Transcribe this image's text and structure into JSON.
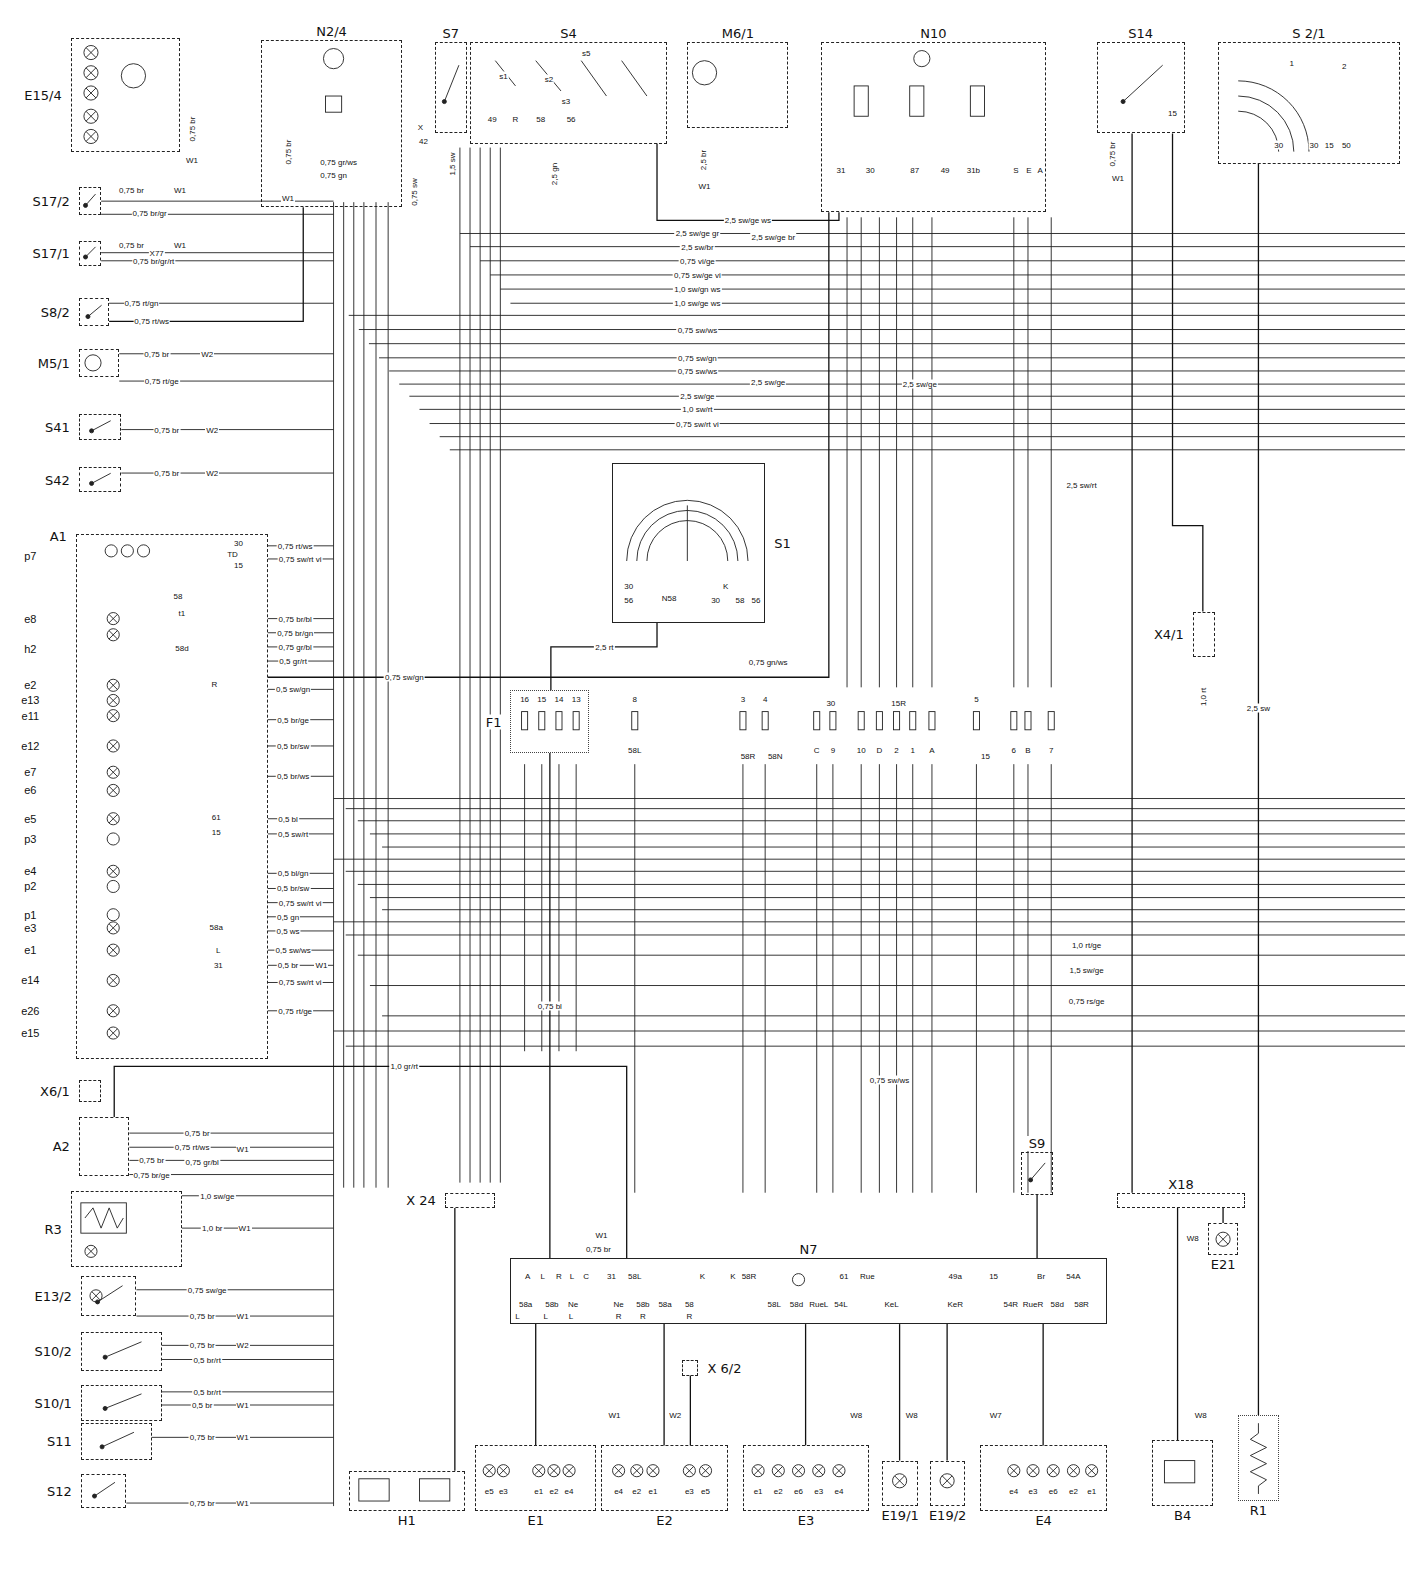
{
  "diagram": {
    "nodes": [
      {
        "text": [
          "E15/4"
        ]
      },
      {
        "text": [
          "N2/4"
        ]
      },
      {
        "text": [
          "S7"
        ]
      },
      {
        "text": [
          "S4"
        ]
      },
      {
        "text": [
          "M6/1"
        ]
      },
      {
        "text": [
          "N10"
        ]
      },
      {
        "text": [
          "S14"
        ]
      },
      {
        "text": [
          "S 2/1"
        ]
      },
      {
        "text": [
          "S17/2"
        ]
      },
      {
        "text": [
          "S17/1"
        ]
      },
      {
        "text": [
          "S8/2"
        ]
      },
      {
        "text": [
          "M5/1"
        ]
      },
      {
        "text": [
          "S41"
        ]
      },
      {
        "text": [
          "S42"
        ]
      },
      {
        "text": [
          "A1"
        ]
      },
      {
        "text": [
          "X6/1"
        ]
      },
      {
        "text": [
          "A2"
        ]
      },
      {
        "text": [
          "R3"
        ]
      },
      {
        "text": [
          "E13/2"
        ]
      },
      {
        "text": [
          "S10/2"
        ]
      },
      {
        "text": [
          "S10/1"
        ]
      },
      {
        "text": [
          "S11"
        ]
      },
      {
        "text": [
          "S12"
        ]
      },
      {
        "text": [
          "S1"
        ]
      },
      {
        "text": [
          "F1"
        ]
      },
      {
        "text": [
          "X4/1"
        ]
      },
      {
        "text": [
          "S9"
        ]
      },
      {
        "text": [
          "X18"
        ]
      },
      {
        "text": [
          "X 24"
        ]
      },
      {
        "text": [
          "N7"
        ]
      },
      {
        "text": [
          "X 6/2"
        ]
      },
      {
        "text": [
          "H1"
        ]
      },
      {
        "text": [
          "E1"
        ]
      },
      {
        "text": [
          "E2"
        ]
      },
      {
        "text": [
          "E3"
        ]
      },
      {
        "text": [
          "E19/1"
        ]
      },
      {
        "text": [
          "E19/2"
        ]
      },
      {
        "text": [
          "E4"
        ]
      },
      {
        "text": [
          "E21"
        ]
      },
      {
        "text": [
          "B4"
        ]
      },
      {
        "text": [
          "R1"
        ]
      }
    ],
    "edges": [
      {
        "from": 3,
        "to": 5,
        "arrow": "none",
        "label": "2,5 sw/ge ws"
      },
      {
        "from": 23,
        "to": 24,
        "arrow": "none",
        "label": "2,5 rt"
      },
      {
        "from": 24,
        "to": 29,
        "arrow": "none",
        "label": "0,75 bl"
      },
      {
        "from": 16,
        "to": 29,
        "arrow": "none",
        "label": "1,0 gr/rt"
      },
      {
        "from": 26,
        "to": 29,
        "arrow": "none"
      },
      {
        "from": 27,
        "to": 39,
        "arrow": "none"
      },
      {
        "from": 27,
        "to": 38,
        "arrow": "none"
      },
      {
        "from": 29,
        "to": 32,
        "arrow": "none"
      },
      {
        "from": 29,
        "to": 33,
        "arrow": "none"
      },
      {
        "from": 29,
        "to": 34,
        "arrow": "none"
      },
      {
        "from": 29,
        "to": 35,
        "arrow": "none"
      },
      {
        "from": 29,
        "to": 36,
        "arrow": "none"
      },
      {
        "from": 29,
        "to": 37,
        "arrow": "none"
      },
      {
        "from": 28,
        "to": 31,
        "arrow": "none"
      },
      {
        "from": 30,
        "to": 33,
        "arrow": "none"
      },
      {
        "from": 14,
        "to": 5,
        "arrow": "none",
        "label": "0,75 sw/gn"
      },
      {
        "from": 25,
        "to": 6,
        "arrow": "none"
      },
      {
        "from": 7,
        "to": 40,
        "arrow": "none",
        "label": "2,5 sw"
      },
      {
        "from": 6,
        "to": 27,
        "arrow": "none"
      },
      {
        "from": 10,
        "to": 1,
        "arrow": "none",
        "label": "0,75 rt/ws"
      }
    ],
    "labels": [
      "X77",
      "0,75 br",
      "W1",
      "0,75 br/gr",
      "0,75 br",
      "W1",
      "0,75 br/gr/rt",
      "0,75 rt/gn",
      "0,75 br",
      "W2",
      "0,75 rt/ge",
      "0,75 br",
      "W2",
      "0,75 br",
      "W2",
      "0,75 rt/ws",
      "0,75 sw/rt vi",
      "0,75 br/bl",
      "0,75 br/gn",
      "0,75 gr/bl",
      "0,5 gr/rt",
      "0,5 sw/gn",
      "0,5 br/ge",
      "0,5 br/sw",
      "0,5 br/ws",
      "0,5 bl",
      "0,5 sw/rt",
      "0,5 bl/gn",
      "0,5 br/sw",
      "0,75 sw/rt vi",
      "0,5 gn",
      "0,5 ws",
      "0,5 sw/ws",
      "0,5 br",
      "W1",
      "0,75 sw/rt vi",
      "0,75 rt/ge",
      "30",
      "TD",
      "15",
      "58",
      "t1",
      "58d",
      "R",
      "61",
      "15",
      "58a",
      "L",
      "31",
      "p7",
      "e8",
      "h2",
      "e2",
      "e13",
      "e11",
      "e12",
      "e7",
      "e6",
      "e5",
      "p3",
      "e4",
      "p2",
      "p1",
      "e3",
      "e1",
      "e14",
      "e26",
      "e15",
      "0,75 br",
      "0,75 rt/ws",
      "W1",
      "0,75 br",
      "0,75 gr/bl",
      "0,75 br/ge",
      "1,0 sw/ge",
      "1,0 br",
      "W1",
      "0,75 sw/ge",
      "0,75 br",
      "W1",
      "0,75 br",
      "W2",
      "0,5 br/rt",
      "0,5 br/rt",
      "0,5 br",
      "W1",
      "0,75 br",
      "W1",
      "0,75 br",
      "W1",
      "0,75 br",
      "W1",
      "0,75 br",
      "0,75 gr/ws",
      "0,75 gn",
      "W1",
      "X",
      "42",
      "0,75 sw",
      "s1",
      "s2",
      "s3",
      "s5",
      "58",
      "56",
      "49",
      "R",
      "1,5 sw",
      "2,5 gn",
      "2,5 sw/ge gr",
      "2,5 sw/br",
      "0,75 vi/ge",
      "0,75 sw/ge vi",
      "1,0 sw/gn ws",
      "1,0 sw/ge ws",
      "0,75 sw/ws",
      "0,75 sw/gn",
      "0,75 sw/ws",
      "2,5 sw/ge",
      "1,0 sw/rt",
      "0,75 sw/rt vi",
      "2,5 sw/ge br",
      "2,5 sw/ge",
      "2,5 sw/ge",
      "2,5 sw/rt",
      "0,75 gn/ws",
      "1,0 rt/ge",
      "1,5 sw/ge",
      "0,75 rs/ge",
      "0,75 sw/ws",
      "30",
      "56",
      "N58",
      "K",
      "30",
      "58",
      "56",
      "16",
      "15",
      "14",
      "13",
      "8",
      "58L",
      "3",
      "4",
      "58R",
      "58N",
      "30",
      "C",
      "9",
      "10",
      "D",
      "15R",
      "2",
      "1",
      "A",
      "5",
      "15",
      "6",
      "B",
      "7",
      "31",
      "30",
      "87",
      "49",
      "31b",
      "S",
      "E",
      "A",
      "2,5 br",
      "W1",
      "0,75 br",
      "W1",
      "15",
      "30",
      "30",
      "15",
      "50",
      "1",
      "2",
      "1,0 rt",
      "A",
      "L",
      "R",
      "L",
      "C",
      "31",
      "58L",
      "K",
      "K",
      "58R",
      "61",
      "Rue",
      "49a",
      "15",
      "Br",
      "54A",
      "58a",
      "58b",
      "Ne",
      "Ne",
      "58b",
      "58a",
      "58",
      "58L",
      "58d",
      "RueL",
      "54L",
      "KeL",
      "KeR",
      "54R",
      "RueR",
      "58d",
      "58R",
      "L",
      "L",
      "L",
      "R",
      "R",
      "R",
      "W1",
      "0,75 br",
      "W1",
      "W2",
      "W8",
      "W8",
      "W7",
      "W8",
      "W8",
      "e5",
      "e3",
      "e1",
      "e2",
      "e4",
      "e4",
      "e2",
      "e1",
      "e3",
      "e5",
      "e1",
      "e2",
      "e6",
      "e3",
      "e4",
      "e4",
      "e3",
      "e6",
      "e2",
      "e1"
    ]
  }
}
